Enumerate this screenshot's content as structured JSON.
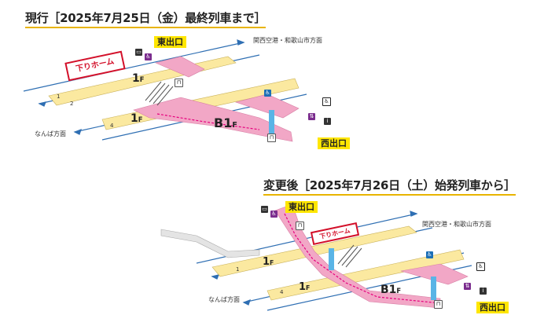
{
  "current": {
    "heading": "現行［2025年7月25日（金）最終列車まで］",
    "east_exit": "東出口",
    "west_exit": "西出口",
    "direction_kansai": "関西空港・和歌山市方面",
    "direction_namba": "なんば方面",
    "platform_tag": "下りホーム",
    "floor_1f_upper": "1",
    "floor_1f_lower": "1",
    "floor_b1": "B1",
    "floor_suffix": "F",
    "track_1": "1",
    "track_2": "2",
    "track_4": "4"
  },
  "after": {
    "heading": "変更後［2025年7月26日（土）始発列車から］",
    "east_exit": "東出口",
    "west_exit": "西出口",
    "direction_kansai": "関西空港・和歌山市方面",
    "direction_namba": "なんば方面",
    "platform_tag": "下りホーム",
    "floor_1f_upper": "1",
    "floor_1f_lower": "1",
    "floor_b1": "B1",
    "floor_suffix": "F",
    "track_1": "1",
    "track_4": "4"
  },
  "colors": {
    "platform": "#fbe9a0",
    "concourse": "#f2a7c6",
    "route": "#e6007e",
    "track_line": "#2f6fb3",
    "exit_bg": "#ffe600",
    "tag_red": "#d3102a",
    "elevator": "#5ab4e6"
  }
}
